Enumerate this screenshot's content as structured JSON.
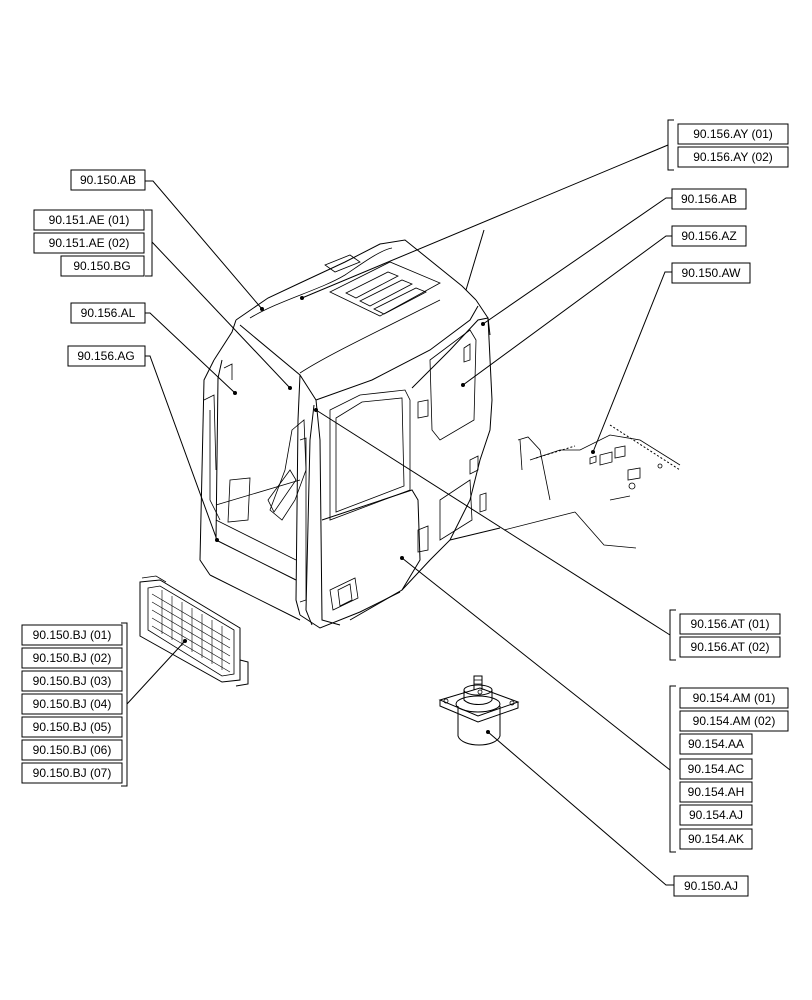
{
  "labels": {
    "ab_150": "90.150.AB",
    "ae_151_01": "90.151.AE (01)",
    "ae_151_02": "90.151.AE (02)",
    "bg_150": "90.150.BG",
    "al_156": "90.156.AL",
    "ag_156": "90.156.AG",
    "ay_156_01": "90.156.AY (01)",
    "ay_156_02": "90.156.AY (02)",
    "ab_156": "90.156.AB",
    "az_156": "90.156.AZ",
    "aw_150": "90.150.AW",
    "bj_150": [
      "90.150.BJ (01)",
      "90.150.BJ (02)",
      "90.150.BJ (03)",
      "90.150.BJ (04)",
      "90.150.BJ (05)",
      "90.150.BJ (06)",
      "90.150.BJ (07)"
    ],
    "at_156_01": "90.156.AT (01)",
    "at_156_02": "90.156.AT (02)",
    "am_154_01": "90.154.AM (01)",
    "am_154_02": "90.154.AM (02)",
    "aa_154": "90.154.AA",
    "ac_154": "90.154.AC",
    "ah_154": "90.154.AH",
    "aj_154": "90.154.AJ",
    "ak_154": "90.154.AK",
    "aj_150": "90.150.AJ"
  }
}
